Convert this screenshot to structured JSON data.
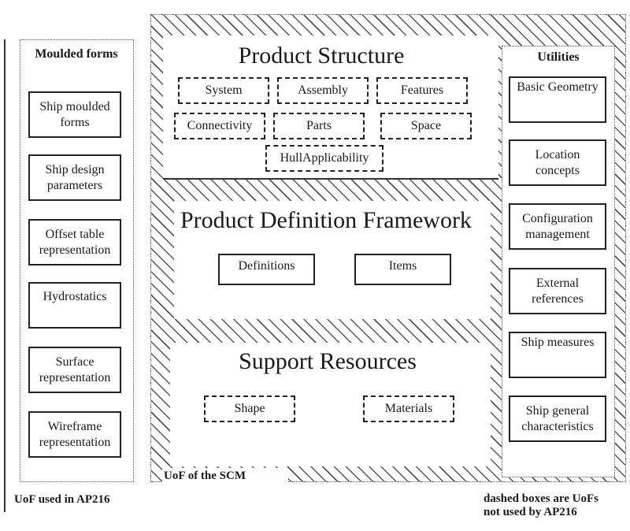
{
  "moulded_forms": {
    "title": "Moulded forms",
    "items": [
      "Ship moulded forms",
      "Ship design parameters",
      "Offset table representation",
      "Hydrostatics",
      "Surface representation",
      "Wireframe representation"
    ]
  },
  "product_structure": {
    "title": "Product Structure",
    "items": [
      "System",
      "Assembly",
      "Features",
      "Connectivity",
      "Parts",
      "Space",
      "HullApplicability"
    ]
  },
  "product_definition_framework": {
    "title": "Product Definition Framework",
    "items": [
      "Definitions",
      "Items"
    ]
  },
  "support_resources": {
    "title": "Support Resources",
    "items": [
      "Shape",
      "Materials"
    ]
  },
  "utilities": {
    "title": "Utilities",
    "items": [
      "Basic Geometry",
      "Location concepts",
      "Configuration management",
      "External references",
      "Ship measures",
      "Ship general characteristics"
    ]
  },
  "labels": {
    "scm": "UoF of the SCM",
    "ap216": "UoF used in AP216",
    "legend_line1": "dashed boxes are UoFs",
    "legend_line2": "not used by AP216"
  }
}
